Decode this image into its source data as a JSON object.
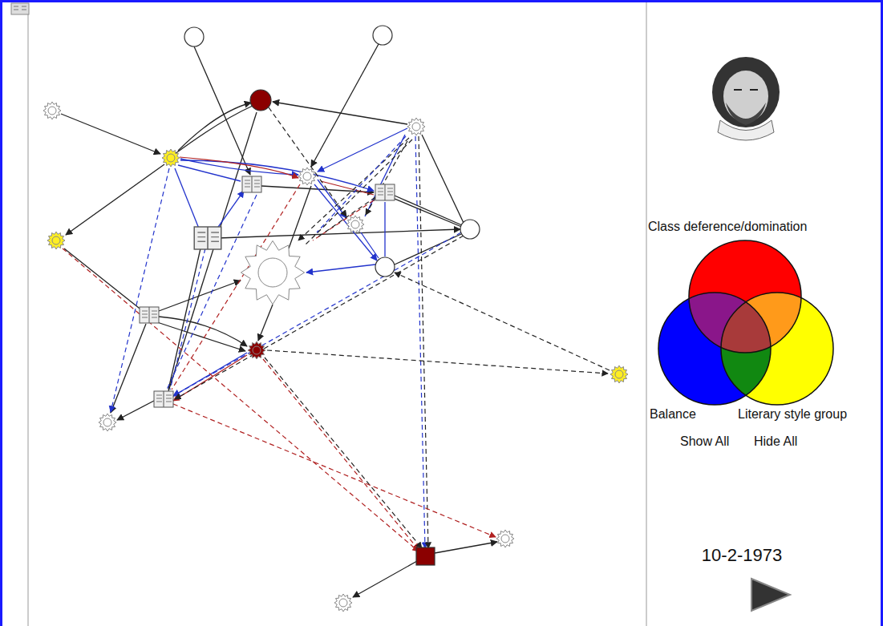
{
  "diagram": {
    "labels": [
      "Show All",
      "Hide All",
      "10-2-1973"
    ],
    "legend": [
      {
        "text": "Class deference/domination",
        "color": "#ff0000"
      },
      {
        "text": "Balance",
        "color": "#0000ff"
      },
      {
        "text": "Literary style group",
        "color": "#ffff00"
      }
    ]
  }
}
